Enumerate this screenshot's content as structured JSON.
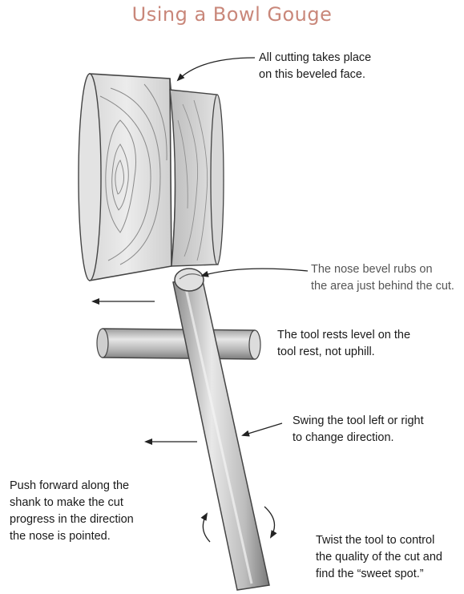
{
  "title": "Using a Bowl Gouge",
  "callouts": {
    "beveled_face": [
      "All cutting takes place",
      "on this beveled face."
    ],
    "nose_bevel": [
      "The nose bevel rubs on",
      "the area just behind the cut."
    ],
    "tool_rest": [
      "The tool rests level on the",
      "tool rest, not uphill."
    ],
    "swing": [
      "Swing the tool left or right",
      "to change direction."
    ],
    "push": [
      "Push forward along the",
      "shank to make the cut",
      "progress in the direction",
      "the nose is pointed."
    ],
    "twist": [
      "Twist the tool to control",
      "the quality of the cut and",
      "find the “sweet spot.”"
    ]
  }
}
